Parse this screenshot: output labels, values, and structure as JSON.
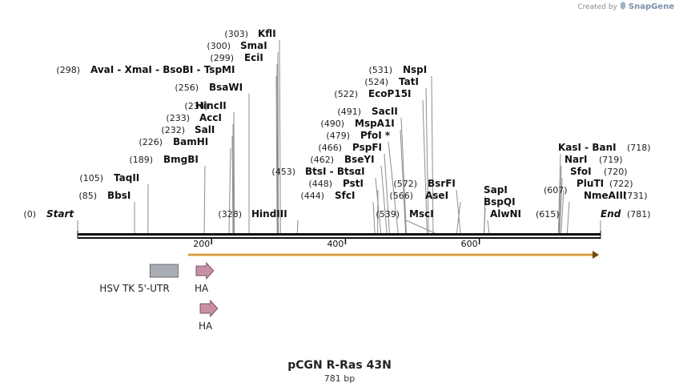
{
  "brand": {
    "created_by": "Created by",
    "name": "SnapGene"
  },
  "plasmid": {
    "name": "pCGN R-Ras 43N",
    "length_label": "781 bp",
    "length": 781
  },
  "sites": [
    {
      "pos": "(303)",
      "name": "KflI",
      "bp": 303
    },
    {
      "pos": "(300)",
      "name": "SmaI",
      "bp": 300
    },
    {
      "pos": "(299)",
      "name": "EciI",
      "bp": 299
    },
    {
      "pos": "(298)",
      "name": "AvaI  - XmaI  - BsoBI  - TspMI",
      "bp": 298
    },
    {
      "pos": "(256)",
      "name": "BsaWI",
      "bp": 256
    },
    {
      "pos": "(234)",
      "name": "HincII",
      "bp": 234
    },
    {
      "pos": "(233)",
      "name": "AccI",
      "bp": 233
    },
    {
      "pos": "(232)",
      "name": "SalI",
      "bp": 232
    },
    {
      "pos": "(226)",
      "name": "BamHI",
      "bp": 226
    },
    {
      "pos": "(189)",
      "name": "BmgBI",
      "bp": 189
    },
    {
      "pos": "(105)",
      "name": "TaqII",
      "bp": 105
    },
    {
      "pos": "(85)",
      "name": "BbsI",
      "bp": 85
    },
    {
      "pos": "(0)",
      "name": "Start",
      "bp": 0,
      "italic": true
    },
    {
      "pos": "(328)",
      "name": "HindIII",
      "bp": 328
    },
    {
      "pos": "(453)",
      "name": "BtsI  - BtsαI",
      "bp": 453
    },
    {
      "pos": "(448)",
      "name": "PstI",
      "bp": 448
    },
    {
      "pos": "(444)",
      "name": "SfcI",
      "bp": 444
    },
    {
      "pos": "(462)",
      "name": "BseYI",
      "bp": 462
    },
    {
      "pos": "(466)",
      "name": "PspFI",
      "bp": 466
    },
    {
      "pos": "(479)",
      "name": "PfoI *",
      "bp": 479
    },
    {
      "pos": "(490)",
      "name": "MspA1I",
      "bp": 490
    },
    {
      "pos": "(491)",
      "name": "SacII",
      "bp": 491
    },
    {
      "pos": "(522)",
      "name": "EcoP15I",
      "bp": 522
    },
    {
      "pos": "(524)",
      "name": "TatI",
      "bp": 524
    },
    {
      "pos": "(531)",
      "name": "NspI",
      "bp": 531
    },
    {
      "pos": "(539)",
      "name": "MscI",
      "bp": 539
    },
    {
      "pos": "(572)",
      "name": "BsrFI",
      "bp": 572
    },
    {
      "pos": "(566)",
      "name": "AseI",
      "bp": 566
    },
    {
      "pos": "(607)",
      "name": "SapI",
      "bp": 607
    },
    {
      "pos": "",
      "name": "BspQI",
      "bp": 607
    },
    {
      "pos": "(615)",
      "name": "AlwNI",
      "bp": 615
    },
    {
      "pos": "(718)",
      "name": "KasI  - BanI",
      "bp": 718
    },
    {
      "pos": "(719)",
      "name": "NarI",
      "bp": 719
    },
    {
      "pos": "(720)",
      "name": "SfoI",
      "bp": 720
    },
    {
      "pos": "(722)",
      "name": "PluTI",
      "bp": 722
    },
    {
      "pos": "(731)",
      "name": "NmeAIII",
      "bp": 731
    },
    {
      "pos": "(781)",
      "name": "End",
      "bp": 781,
      "italic": true
    }
  ],
  "ticks": [
    {
      "label": "200",
      "bp": 200
    },
    {
      "label": "400",
      "bp": 400
    },
    {
      "label": "600",
      "bp": 600
    }
  ],
  "orf": {
    "start": 165,
    "end": 781,
    "color": "#f0b24a"
  },
  "features": [
    {
      "label": "HSV TK 5'-UTR",
      "start": 108,
      "end": 150,
      "type": "box",
      "color": "#a9aeb4",
      "row": 0
    },
    {
      "label": "HA",
      "start": 177,
      "end": 203,
      "type": "arrow",
      "color": "#c98fa6",
      "row": 0
    },
    {
      "label": "HA",
      "start": 183,
      "end": 209,
      "type": "arrow",
      "color": "#c98fa6",
      "row": 1
    }
  ]
}
